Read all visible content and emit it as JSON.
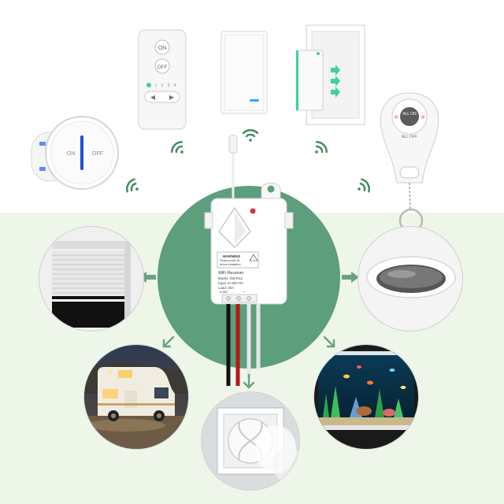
{
  "remote_small": {
    "btn_on": "ON",
    "btn_off": "OFF",
    "channels": [
      "1",
      "2",
      "3",
      "4"
    ]
  },
  "round_switch": {
    "label_on": "ON",
    "label_off": "OFF"
  },
  "fob": {
    "btn_top": "ALL ON",
    "btn_bottom": "ALL OFF"
  },
  "receiver": {
    "warning_title": "WARNING",
    "warning_lines": [
      "Please power off",
      "before installation"
    ],
    "product_name": "WiFi Receiver",
    "model": "Model: SW-R12",
    "input": "Input: 6~36V DC",
    "load": "Load: 40A",
    "terminal_minus": "-",
    "terminal_plus": "+",
    "terminal_out": "6-36V"
  },
  "colors": {
    "circle_green": "#5d9e7c",
    "background_bottom": "#eef6ea",
    "signal_green": "#3e8a5c",
    "arrow_green": "#6aa17f",
    "led_blue": "#1e4fd8",
    "led_red": "#e53030",
    "wire_red": "#b41818"
  },
  "icons": {
    "signal": "wifi-signal-icon",
    "arrow": "arrow-icon"
  }
}
